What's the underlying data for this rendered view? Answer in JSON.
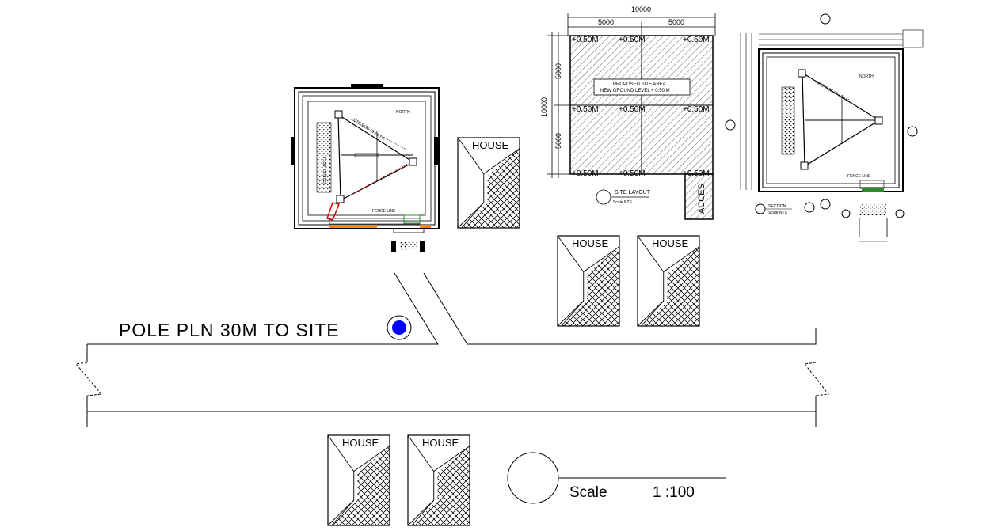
{
  "drawing": {
    "pole_label": "POLE PLN 30M TO SITE",
    "scale_label": "Scale",
    "scale_value": "1 :100",
    "house_label": "HOUSE",
    "site_area": {
      "total_width": "10000",
      "half_width_left": "5000",
      "half_width_right": "5000",
      "total_height": "10000",
      "half_height_top": "5000",
      "half_height_bottom": "5000",
      "level_mark": "+0.50M",
      "note_line1": "PROPOSED SITE AREA",
      "note_line2": "NEW GROUND LEVEL + 0.50 M",
      "access_label": "ACCES",
      "title": "SITE LAYOUT",
      "title_scale": "Scale  NTS"
    },
    "colors": {
      "line": "#000000",
      "pole": "#0000ff",
      "accent_red": "#d40000",
      "accent_orange": "#ff8c00",
      "accent_green": "#2e8b2e"
    }
  }
}
